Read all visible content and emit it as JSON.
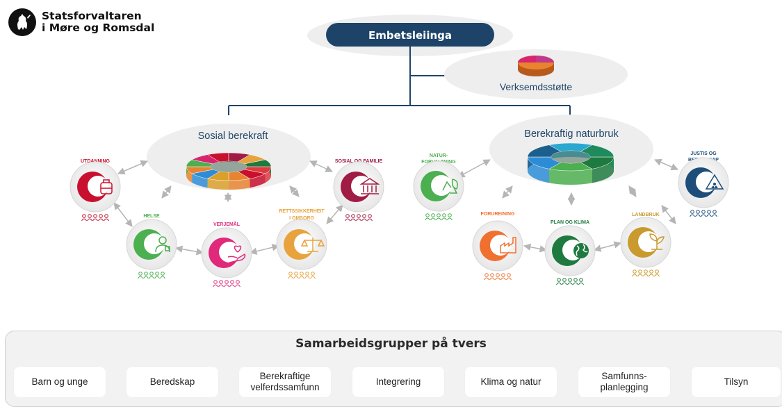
{
  "header": {
    "logo_icon": "norwegian-lion-coat-of-arms-icon",
    "org_name_line1": "Statsforvaltaren",
    "org_name_line2": "i Møre og Romsdal"
  },
  "top": {
    "leadership_label": "Embetsleiinga",
    "support_label": "Verksemdsstøtte"
  },
  "clusters": {
    "social": {
      "title": "Sosial berekraft",
      "units": {
        "utdanning": {
          "label": "UTDANNING",
          "icon": "school-backpack-icon",
          "color": "#c8102e"
        },
        "helse": {
          "label": "HELSE",
          "icon": "health-worker-icon",
          "color": "#4caf50"
        },
        "verjemal": {
          "label": "VERJEMÅL",
          "icon": "hand-heart-icon",
          "color": "#e0297a"
        },
        "rettssikkerheit": {
          "label1": "RETTSSIKKERHEIT",
          "label2": "I OMSORG",
          "icon": "scales-icon",
          "color": "#e8a33d"
        },
        "sosial_familie": {
          "label": "SOSIAL OG FAMILIE",
          "icon": "institution-building-icon",
          "color": "#a01c44"
        }
      }
    },
    "nature": {
      "title": "Berekraftig naturbruk",
      "units": {
        "naturforvaltning": {
          "label1": "NATUR-",
          "label2": "FORVALTNING",
          "icon": "recycle-leaf-icon",
          "color": "#4caf50"
        },
        "forureining": {
          "label": "FORUREINING",
          "icon": "factory-icon",
          "color": "#f07030"
        },
        "plan_klima": {
          "label": "PLAN OG KLIMA",
          "icon": "globe-icon",
          "color": "#1e7a3e"
        },
        "landbruk": {
          "label": "LANDBRUK",
          "icon": "seedling-icon",
          "color": "#c99a2e"
        },
        "justis": {
          "label1": "JUSTIS OG",
          "label2": "BEREDSKAP",
          "icon": "radiation-warning-icon",
          "color": "#1d4e7a"
        }
      }
    }
  },
  "cooperation": {
    "title": "Samarbeidsgrupper på tvers",
    "groups": [
      "Barn og unge",
      "Beredskap",
      "Berekraftige\nvelferdssamfunn",
      "Integrering",
      "Klima og natur",
      "Samfunns-\nplanlegging",
      "Tilsyn"
    ]
  },
  "colors": {
    "navy": "#1d4468",
    "ellipse_bg": "#eeeeee",
    "arrow": "#b5b5b5"
  }
}
